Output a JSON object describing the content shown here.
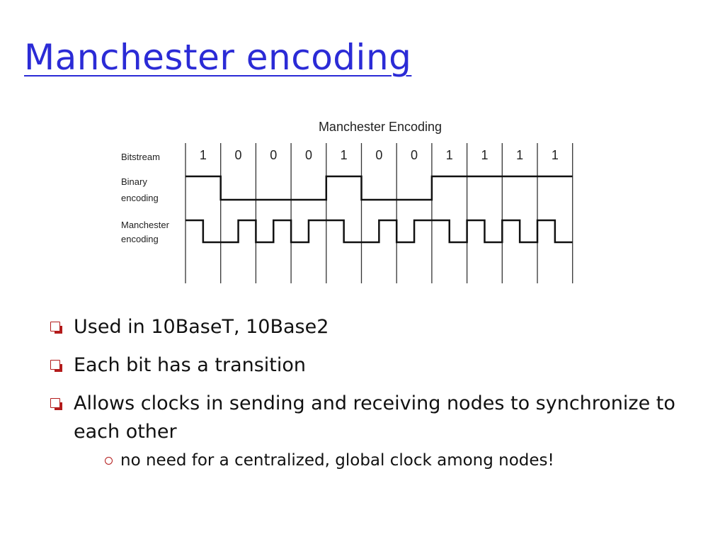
{
  "title": "Manchester encoding",
  "diagram": {
    "heading": "Manchester Encoding",
    "row_labels": {
      "bitstream": "Bitstream",
      "binary_line1": "Binary",
      "binary_line2": "encoding",
      "manchester_line1": "Manchester",
      "manchester_line2": "encoding"
    },
    "bits": [
      "1",
      "0",
      "0",
      "0",
      "1",
      "0",
      "0",
      "1",
      "1",
      "1",
      "1"
    ],
    "manchester_convention": "1 = high-to-low, 0 = low-to-high"
  },
  "bullets": [
    "Used in 10BaseT, 10Base2",
    "Each bit has a transition",
    "Allows clocks in sending and receiving nodes to synchronize to each other"
  ],
  "sub_bullets": [
    "no need for a centralized, global clock among nodes!"
  ],
  "colors": {
    "title": "#2b2bd6",
    "bullet_marker": "#b31b1b"
  }
}
